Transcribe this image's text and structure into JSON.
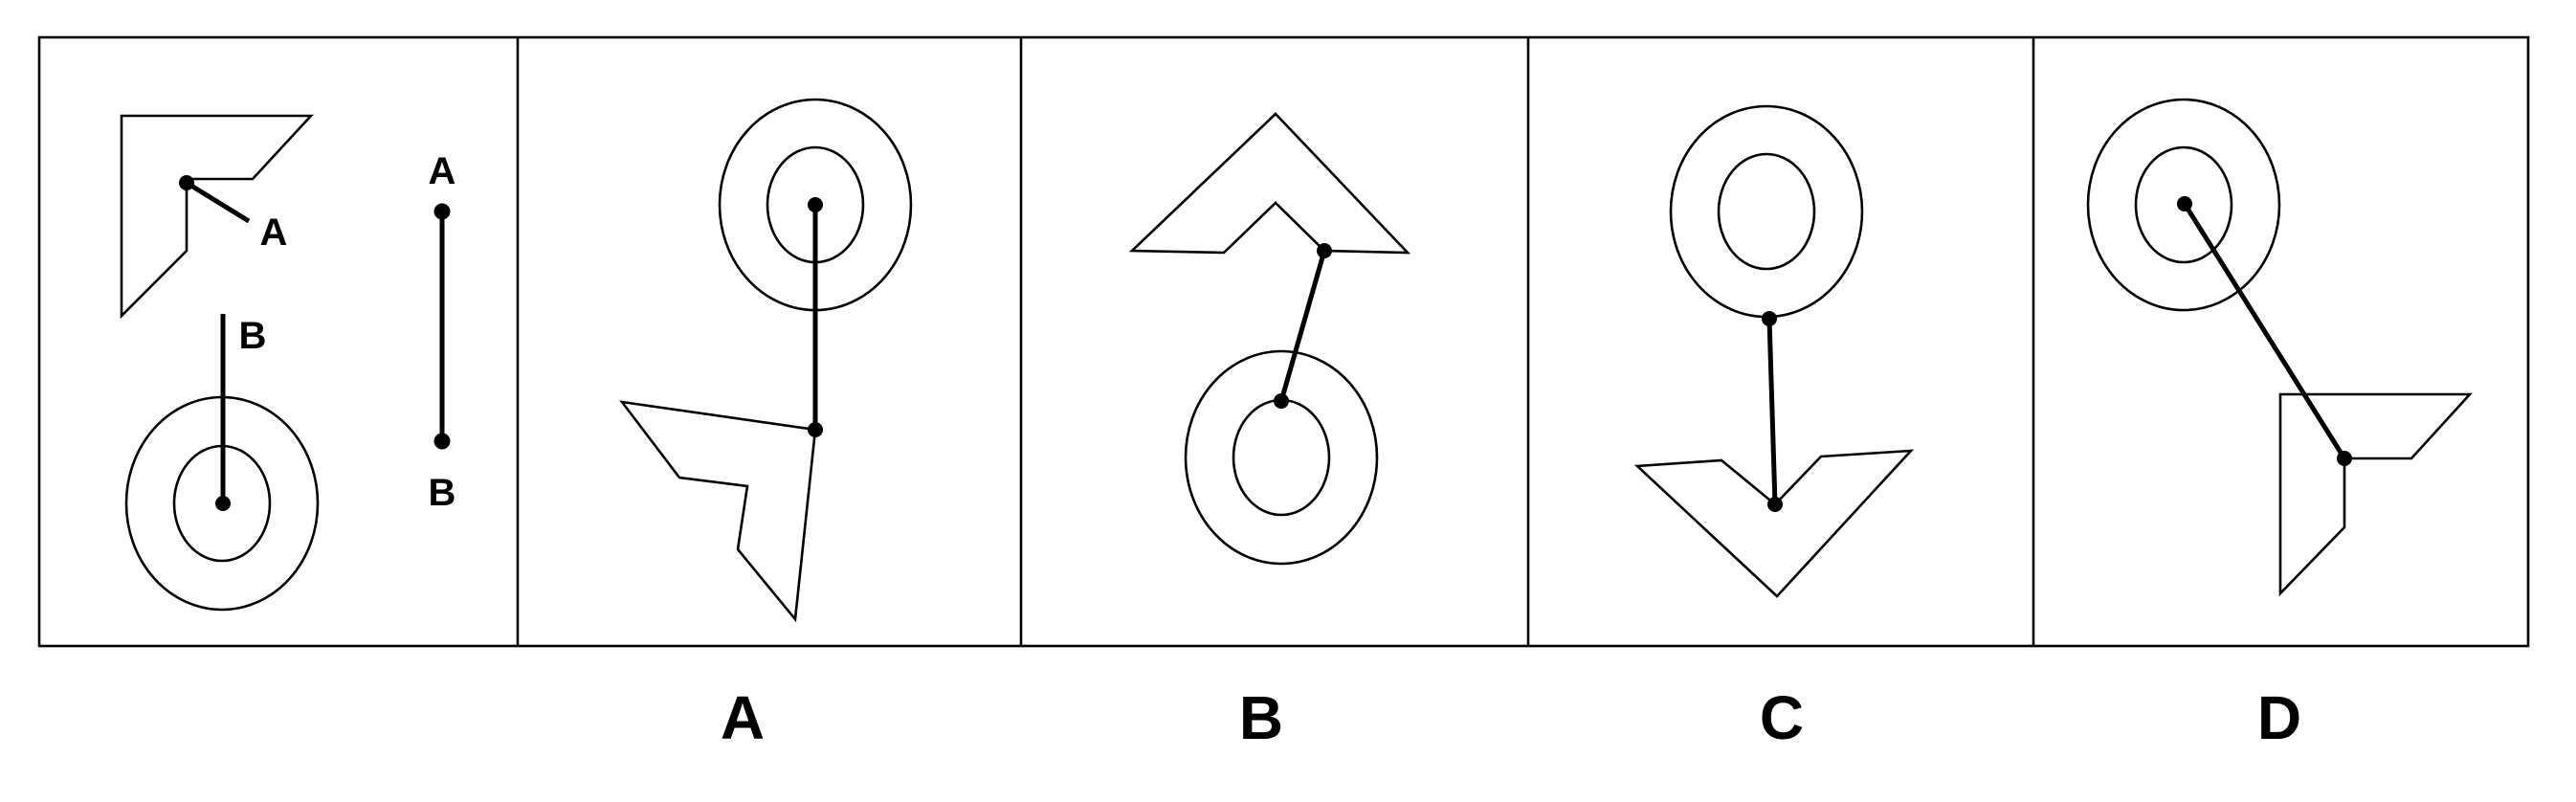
{
  "puzzle": {
    "given_panel": {
      "point_labels": [
        "A",
        "B",
        "A",
        "B"
      ]
    },
    "options": [
      {
        "label": "A"
      },
      {
        "label": "B"
      },
      {
        "label": "C"
      },
      {
        "label": "D"
      }
    ]
  }
}
